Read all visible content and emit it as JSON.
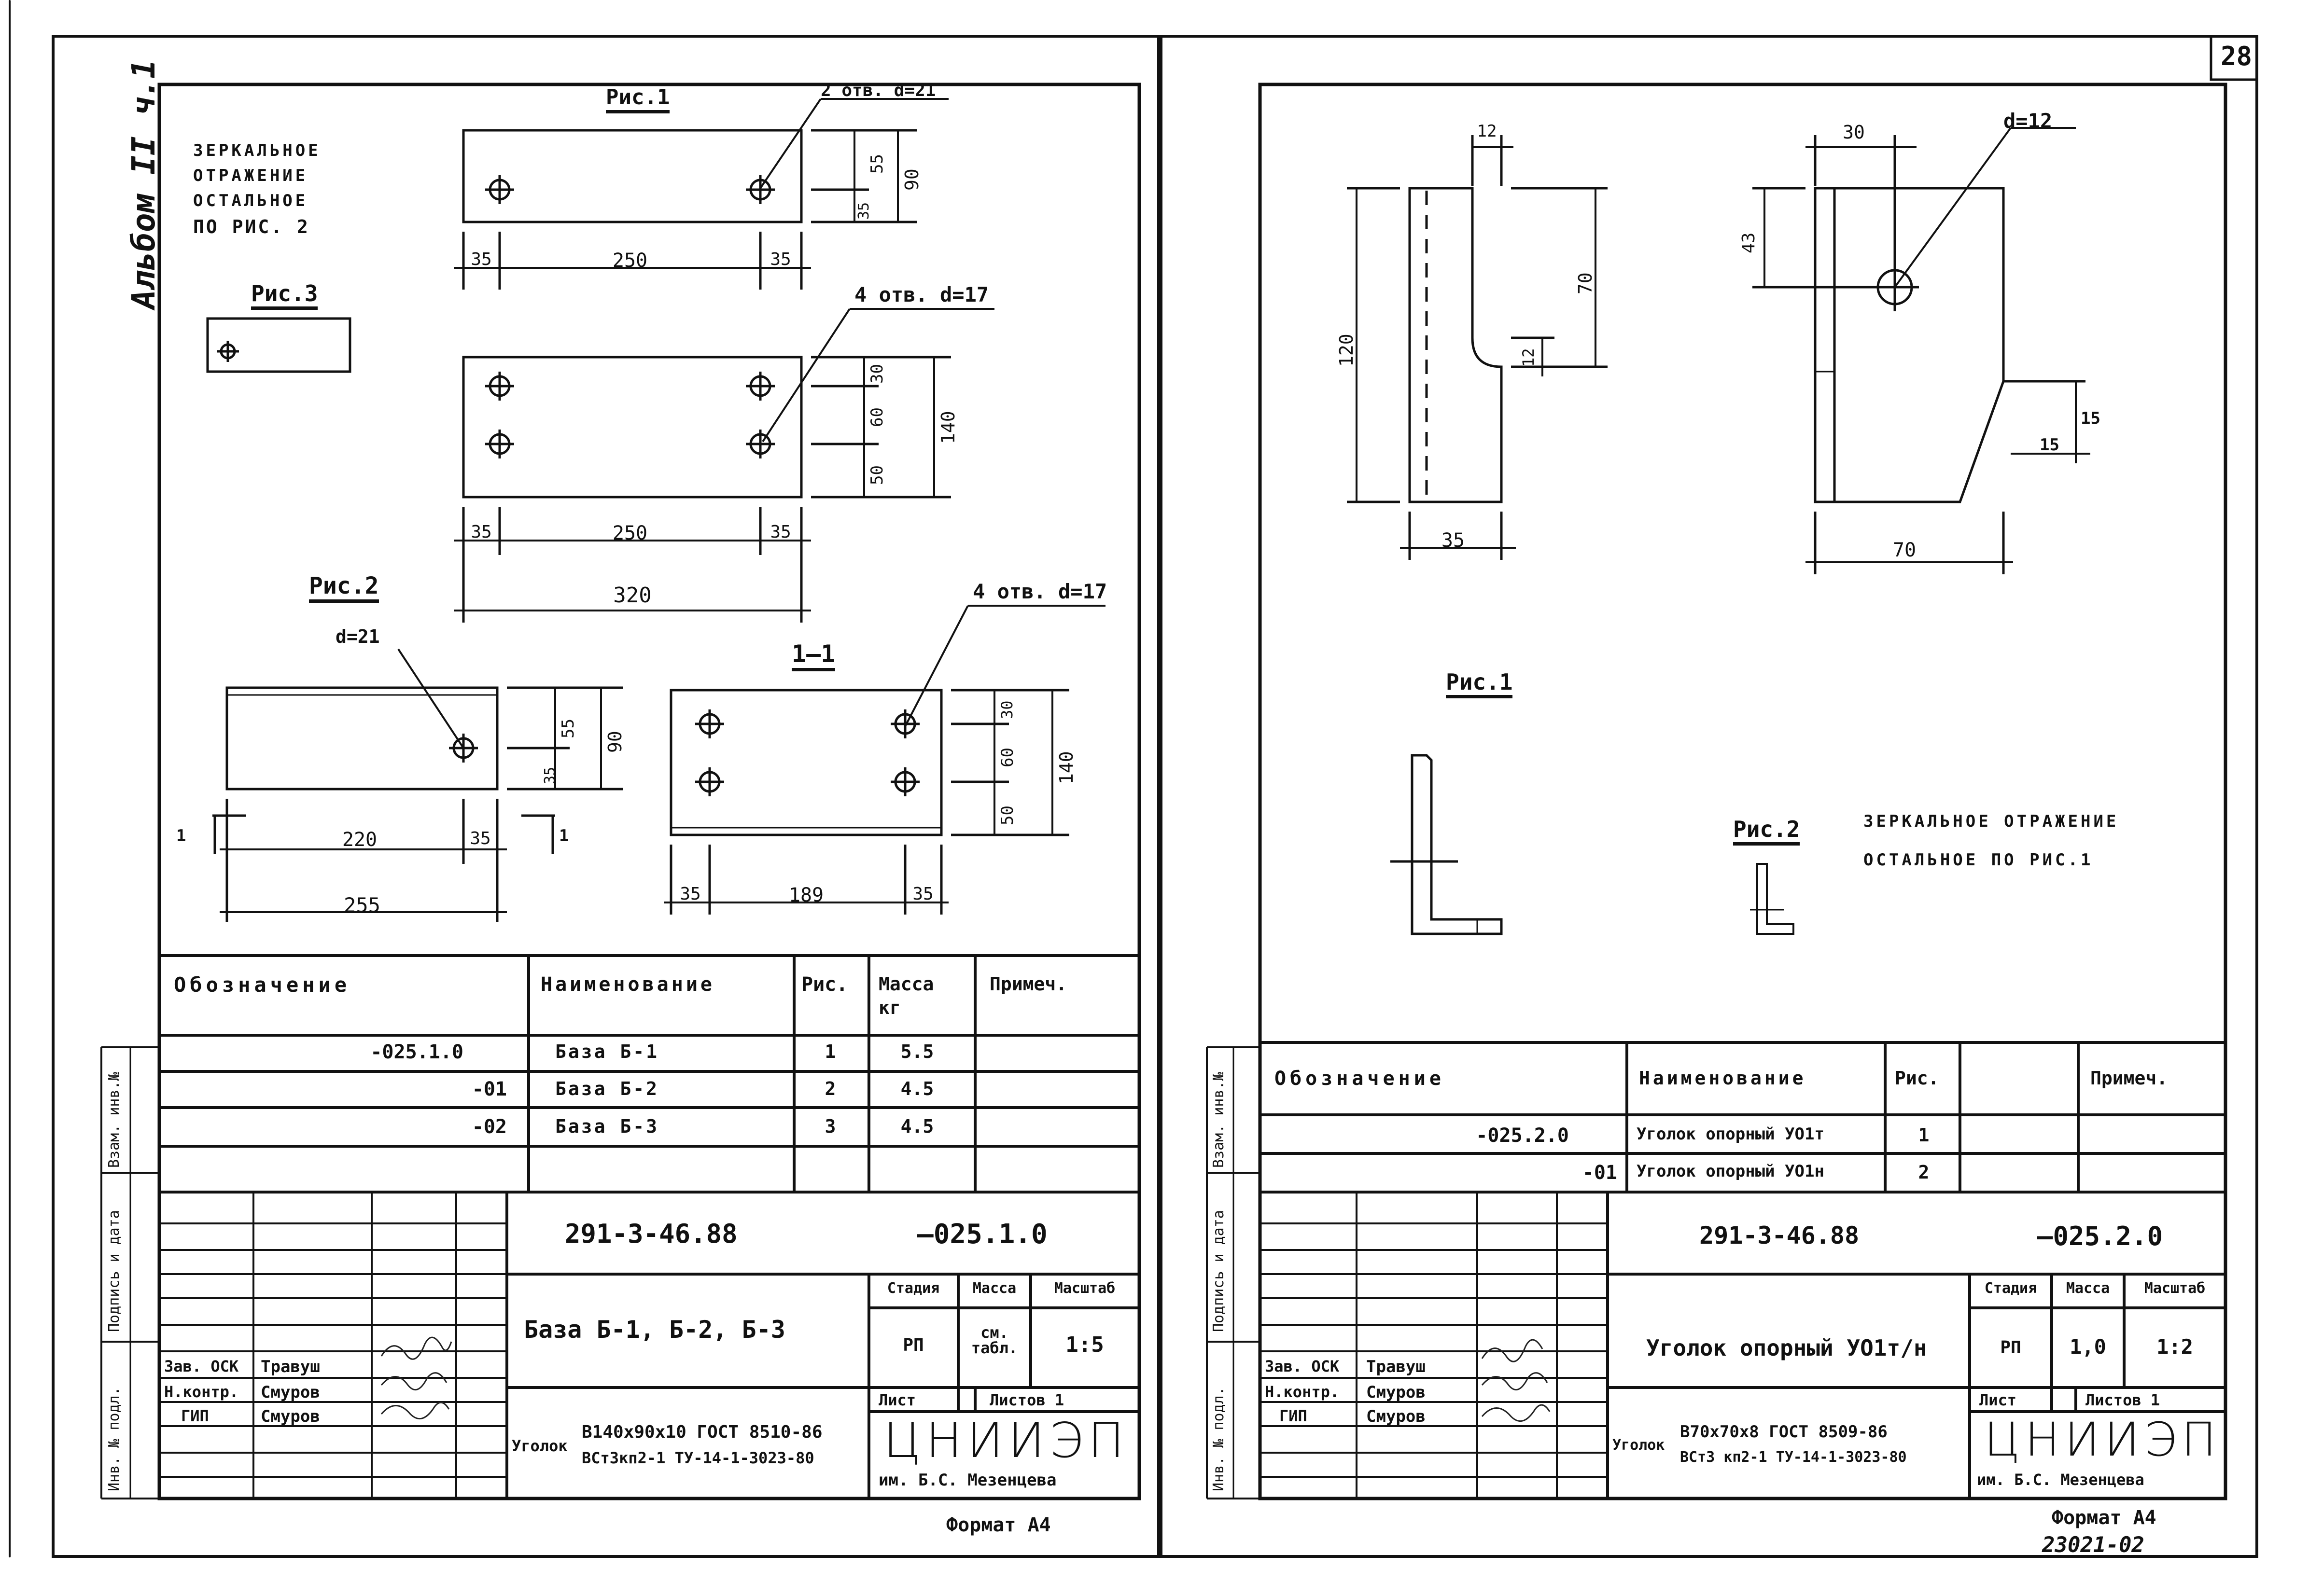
{
  "page_number": "28",
  "album_label": "Альбом II ч.1",
  "footer_code": "23021-02",
  "left": {
    "mirror_note": [
      "ЗЕРКАЛЬНОЕ",
      "ОТРАЖЕНИЕ",
      "ОСТАЛЬНОЕ",
      "ПО РИС. 2"
    ],
    "fig1_title": "Рис.1",
    "fig2_title": "Рис.2",
    "fig3_title": "Рис.3",
    "section_title": "1—1",
    "callout_top": "2 отв. d=21",
    "callout_mid": "4 отв. d=17",
    "callout_fig2": "d=21",
    "callout_section": "4 отв. d=17",
    "dims": {
      "top_35a": "35",
      "top_250": "250",
      "top_35b": "35",
      "top_55": "55",
      "top_35c": "35",
      "top_90": "90",
      "mid_30": "30",
      "mid_60": "60",
      "mid_50": "50",
      "mid_140": "140",
      "mid_35a": "35",
      "mid_250": "250",
      "mid_35b": "35",
      "mid_320": "320",
      "f2_55": "55",
      "f2_35": "35",
      "f2_90": "90",
      "f2_220": "220",
      "f2_35b": "35",
      "f2_255": "255",
      "s_30": "30",
      "s_60": "60",
      "s_50": "50",
      "s_140": "140",
      "s_35a": "35",
      "s_189": "189",
      "s_35b": "35",
      "sec_mark_l": "1",
      "sec_mark_r": "1"
    },
    "spec_headers": {
      "designation": "Обозначение",
      "name": "Наименование",
      "fig": "Рис.",
      "mass": "Масса кг",
      "note": "Примеч."
    },
    "spec_rows": [
      {
        "designation": "-025.1.0",
        "name": "База Б-1",
        "fig": "1",
        "mass": "5.5",
        "note": ""
      },
      {
        "designation": "-01",
        "name": "База Б-2",
        "fig": "2",
        "mass": "4.5",
        "note": ""
      },
      {
        "designation": "-02",
        "name": "База Б-3",
        "fig": "3",
        "mass": "4.5",
        "note": ""
      }
    ],
    "title_block": {
      "doc_number": "291-3-46.88",
      "doc_code": "—025.1.0",
      "title": "База Б-1, Б-2, Б-3",
      "stage_h": "Стадия",
      "mass_h": "Масса",
      "scale_h": "Масштаб",
      "stage": "РП",
      "mass": "см. табл.",
      "scale": "1:5",
      "sheet_h": "Лист",
      "sheets_h": "Листов 1",
      "material_prefix": "Уголок",
      "material_top": "В140х90х10 ГОСТ 8510-86",
      "material_bottom": "ВСт3кп2-1 ТУ-14-1-3023-80",
      "org": "ЦНИИЭП",
      "org_sub": "им. Б.С. Мезенцева",
      "roles": [
        {
          "role": "Зав. ОСК",
          "name": "Травуш"
        },
        {
          "role": "Н.контр.",
          "name": "Смуров"
        },
        {
          "role": "ГИП",
          "name": "Смуров"
        }
      ],
      "format": "Формат А4"
    }
  },
  "right": {
    "fig1_title": "Рис.1",
    "fig2_title": "Рис.2",
    "mirror_note_line1": "ЗЕРКАЛЬНОЕ ОТРАЖЕНИЕ",
    "mirror_note_line2": "ОСТАЛЬНОЕ ПО РИС.1",
    "callout_hole": "d=12",
    "dims": {
      "d_12top": "12",
      "d_120": "120",
      "d_70": "70",
      "d_12mid": "12",
      "d_35": "35",
      "d_30": "30",
      "d_43": "43",
      "d_15a": "15",
      "d_15b": "15",
      "d_70b": "70"
    },
    "spec_headers": {
      "designation": "Обозначение",
      "name": "Наименование",
      "fig": "Рис.",
      "note": "Примеч."
    },
    "spec_rows": [
      {
        "designation": "-025.2.0",
        "name": "Уголок опорный УО1т",
        "fig": "1",
        "note": ""
      },
      {
        "designation": "-01",
        "name": "Уголок опорный УО1н",
        "fig": "2",
        "note": ""
      }
    ],
    "title_block": {
      "doc_number": "291-3-46.88",
      "doc_code": "—025.2.0",
      "title": "Уголок опорный УО1т/н",
      "stage_h": "Стадия",
      "mass_h": "Масса",
      "scale_h": "Масштаб",
      "stage": "РП",
      "mass": "1,0",
      "scale": "1:2",
      "sheet_h": "Лист",
      "sheets_h": "Листов 1",
      "material_prefix": "Уголок",
      "material_top": "В70х70х8 ГОСТ 8509-86",
      "material_bottom": "ВСт3 кп2-1 ТУ-14-1-3023-80",
      "org": "ЦНИИЭП",
      "org_sub": "им. Б.С. Мезенцева",
      "roles": [
        {
          "role": "Зав. ОСК",
          "name": "Травуш"
        },
        {
          "role": "Н.контр.",
          "name": "Смуров"
        },
        {
          "role": "ГИП",
          "name": "Смуров"
        }
      ],
      "format": "Формат А4"
    }
  },
  "side_stamp": [
    "Инв. № подл.",
    "Подпись и дата",
    "Взам. инв.№"
  ]
}
